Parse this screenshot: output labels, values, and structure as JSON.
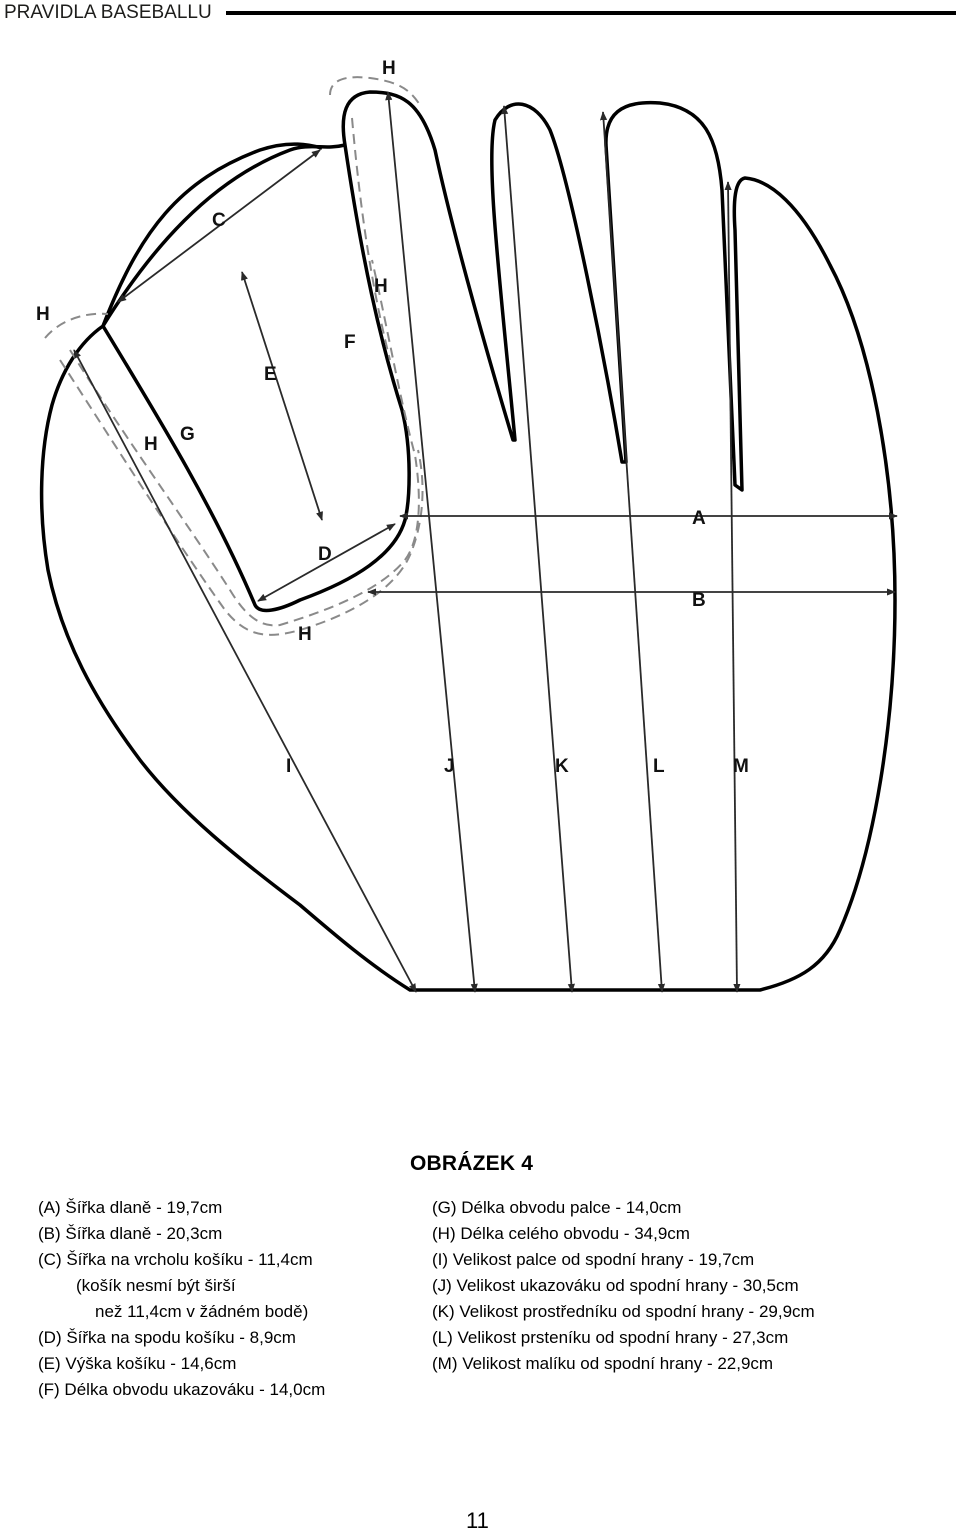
{
  "header": {
    "title": "PRAVIDLA BASEBALLU"
  },
  "diagram": {
    "labels": {
      "A": "A",
      "B": "B",
      "C": "C",
      "D": "D",
      "E": "E",
      "F": "F",
      "G": "G",
      "H": "H",
      "I": "I",
      "J": "J",
      "K": "K",
      "L": "L",
      "M": "M"
    }
  },
  "caption": "OBRÁZEK 4",
  "legend_left": [
    "(A) Šířka dlaně - 19,7cm",
    "(B) Šířka dlaně - 20,3cm",
    "(C) Šířka na vrcholu košíku - 11,4cm",
    "(košík nesmí být širší",
    "než 11,4cm v žádném bodě)",
    "(D) Šířka na spodu košíku - 8,9cm",
    "(E) Výška košíku - 14,6cm",
    "(F) Délka obvodu ukazováku - 14,0cm"
  ],
  "legend_right": [
    "(G) Délka obvodu palce - 14,0cm",
    "(H) Délka celého obvodu - 34,9cm",
    "(I) Velikost palce od spodní hrany - 19,7cm",
    "(J) Velikost ukazováku od spodní hrany - 30,5cm",
    "(K) Velikost prostředníku od spodní hrany - 29,9cm",
    "(L) Velikost prsteníku od spodní hrany - 27,3cm",
    "(M) Velikost malíku od spodní hrany - 22,9cm"
  ],
  "page_number": "11"
}
